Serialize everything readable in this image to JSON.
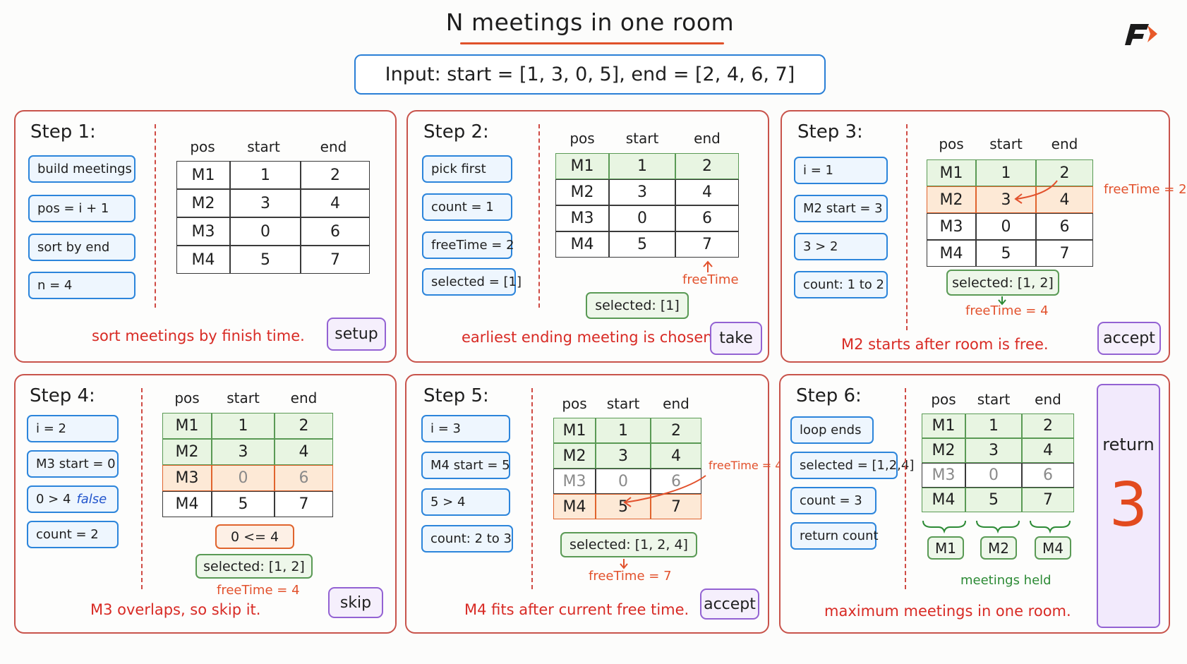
{
  "header": {
    "title": "N meetings in one room",
    "input": "Input: start = [1, 3, 0, 5], end = [2, 4, 6, 7]"
  },
  "columns": [
    "pos",
    "start",
    "end"
  ],
  "rows": [
    [
      "M1",
      "1",
      "2"
    ],
    [
      "M2",
      "3",
      "4"
    ],
    [
      "M3",
      "0",
      "6"
    ],
    [
      "M4",
      "5",
      "7"
    ]
  ],
  "steps": [
    {
      "title": "Step 1:",
      "chips": [
        "build meetings",
        "pos = i + 1",
        "sort by end",
        "n = 4"
      ],
      "tag": "setup",
      "caption": "sort meetings by finish time."
    },
    {
      "title": "Step 2:",
      "chips": [
        "pick first",
        "count = 1",
        "freeTime = 2",
        "selected = [1]"
      ],
      "selected": "selected: [1]",
      "note": "freeTime",
      "tag": "take",
      "caption": "earliest ending meeting is chosen."
    },
    {
      "title": "Step 3:",
      "chips": [
        "i = 1",
        "M2 start = 3",
        "3 > 2",
        "count: 1 to 2"
      ],
      "selected": "selected: [1, 2]",
      "side_note": "freeTime = 2",
      "free_note": "freeTime = 4",
      "tag": "accept",
      "caption": "M2 starts after room is free."
    },
    {
      "title": "Step 4:",
      "chips": [
        "i = 2",
        "M3 start = 0",
        "0 > 4",
        "count = 2"
      ],
      "chip_highlight": "false",
      "compare": "0 <= 4",
      "selected": "selected: [1, 2]",
      "free_note": "freeTime = 4",
      "tag": "skip",
      "caption": "M3 overlaps, so skip it."
    },
    {
      "title": "Step 5:",
      "chips": [
        "i = 3",
        "M4 start = 5",
        "5 > 4",
        "count: 2 to 3"
      ],
      "selected": "selected: [1, 2, 4]",
      "side_note": "freeTime = 4",
      "free_note": "freeTime = 7",
      "tag": "accept",
      "caption": "M4 fits after current free time."
    },
    {
      "title": "Step 6:",
      "chips": [
        "loop ends",
        "selected = [1,2,4]",
        "count = 3",
        "return count"
      ],
      "held": [
        "M1",
        "M2",
        "M4"
      ],
      "held_label": "meetings held",
      "return_label": "return",
      "return_value": "3",
      "caption": "maximum meetings in one room."
    }
  ],
  "colors": {
    "panel_border": "#c8534b",
    "chip_border": "#2c85db",
    "tag_border": "#9362d3",
    "caption": "#d82a24",
    "accent": "#e24a1f",
    "selected_green": "#5a9a55"
  }
}
